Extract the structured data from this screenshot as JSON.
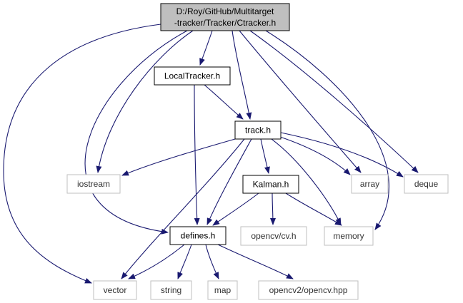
{
  "diagram": {
    "nodes": [
      {
        "id": "ctracker",
        "lines": [
          "D:/Roy/GitHub/Multitarget",
          "-tracker/Tracker/Ctracker.h"
        ],
        "style": "root"
      },
      {
        "id": "localtracker",
        "lines": [
          "LocalTracker.h"
        ],
        "style": "header"
      },
      {
        "id": "track",
        "lines": [
          "track.h"
        ],
        "style": "header"
      },
      {
        "id": "kalman",
        "lines": [
          "Kalman.h"
        ],
        "style": "header"
      },
      {
        "id": "defines",
        "lines": [
          "defines.h"
        ],
        "style": "header"
      },
      {
        "id": "iostream",
        "lines": [
          "iostream"
        ],
        "style": "system"
      },
      {
        "id": "array",
        "lines": [
          "array"
        ],
        "style": "system"
      },
      {
        "id": "deque",
        "lines": [
          "deque"
        ],
        "style": "system"
      },
      {
        "id": "opencv_cv",
        "lines": [
          "opencv/cv.h"
        ],
        "style": "system"
      },
      {
        "id": "memory",
        "lines": [
          "memory"
        ],
        "style": "system"
      },
      {
        "id": "vector",
        "lines": [
          "vector"
        ],
        "style": "system"
      },
      {
        "id": "string",
        "lines": [
          "string"
        ],
        "style": "system"
      },
      {
        "id": "map",
        "lines": [
          "map"
        ],
        "style": "system"
      },
      {
        "id": "opencv2",
        "lines": [
          "opencv2/opencv.hpp"
        ],
        "style": "system"
      }
    ],
    "edges": [
      [
        "ctracker",
        "localtracker"
      ],
      [
        "ctracker",
        "track"
      ],
      [
        "ctracker",
        "iostream"
      ],
      [
        "ctracker",
        "array"
      ],
      [
        "ctracker",
        "deque"
      ],
      [
        "ctracker",
        "memory"
      ],
      [
        "ctracker",
        "defines"
      ],
      [
        "ctracker",
        "vector"
      ],
      [
        "localtracker",
        "track"
      ],
      [
        "localtracker",
        "defines"
      ],
      [
        "track",
        "iostream"
      ],
      [
        "track",
        "array"
      ],
      [
        "track",
        "deque"
      ],
      [
        "track",
        "kalman"
      ],
      [
        "track",
        "memory"
      ],
      [
        "track",
        "defines"
      ],
      [
        "track",
        "vector"
      ],
      [
        "kalman",
        "defines"
      ],
      [
        "kalman",
        "opencv_cv"
      ],
      [
        "kalman",
        "memory"
      ],
      [
        "defines",
        "vector"
      ],
      [
        "defines",
        "string"
      ],
      [
        "defines",
        "map"
      ],
      [
        "defines",
        "opencv2"
      ]
    ],
    "colors": {
      "edge": "#191970",
      "root_fill": "#bfbfbf",
      "header_border": "#000000",
      "system_border": "#bfbfbf",
      "system_text": "#333333"
    }
  }
}
